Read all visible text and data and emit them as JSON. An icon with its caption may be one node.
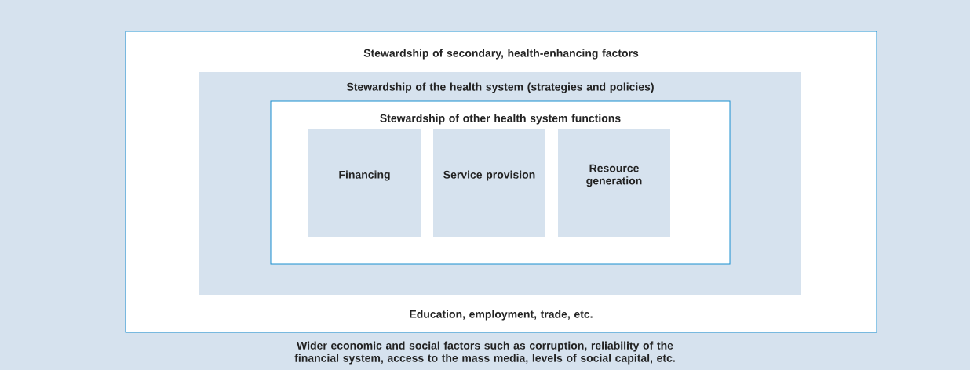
{
  "diagram": {
    "nodes": [
      {
        "text": [
          "Wider economic and social factors such as corruption, reliability of the financial system, access to the mass media, levels of social capital, etc."
        ]
      },
      {
        "text": [
          "Stewardship of secondary, health-enhancing factors",
          "Education, employment, trade, etc."
        ],
        "in": 0
      },
      {
        "text": [
          "Stewardship of the health system (strategies and policies)"
        ],
        "in": 1
      },
      {
        "text": [
          "Stewardship of other health system functions"
        ],
        "in": 2
      },
      {
        "text": [
          "Financing"
        ],
        "in": 3
      },
      {
        "text": [
          "Service provision"
        ],
        "in": 3
      },
      {
        "text": [
          "Resource generation"
        ],
        "in": 3
      }
    ]
  }
}
